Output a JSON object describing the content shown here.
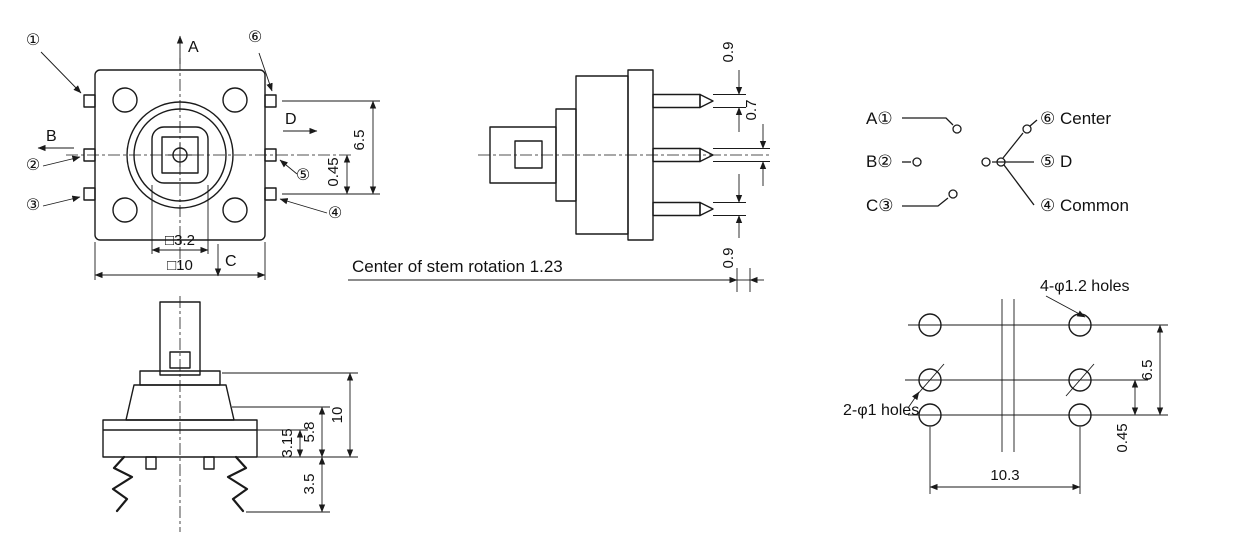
{
  "colors": {
    "line": "#1a1a1a",
    "background": "#ffffff"
  },
  "top_view": {
    "pin_labels": {
      "p1": "①",
      "p2": "②",
      "p3": "③",
      "p4": "④",
      "p5": "⑤",
      "p6": "⑥"
    },
    "direction_labels": {
      "a": "A",
      "b": "B",
      "c": "C",
      "d": "D"
    },
    "dimensions": {
      "pin_row_span": "6.5",
      "center_to_row": "0.45",
      "stem_square": "□3.2",
      "body_square": "□10"
    }
  },
  "side_view": {
    "dimensions": {
      "top_pin": "0.9",
      "middle_pin": "0.7",
      "bottom_pin": "0.9"
    },
    "note": "Center of stem rotation 1.23"
  },
  "circuit": {
    "terminals": {
      "a": "A①",
      "b": "B②",
      "c": "C③",
      "center": "⑥ Center",
      "d": "⑤ D",
      "common": "④ Common"
    }
  },
  "front_view": {
    "dimensions": {
      "total_height": "10",
      "base_height": "5.8",
      "body_height": "3.15",
      "pin_length": "3.5"
    }
  },
  "pcb_layout": {
    "labels": {
      "corner_holes": "4-φ1.2 holes",
      "middle_holes": "2-φ1 holes"
    },
    "dimensions": {
      "hole_spacing_x": "10.3",
      "hole_span_y": "6.5",
      "row_offset": "0.45"
    }
  }
}
